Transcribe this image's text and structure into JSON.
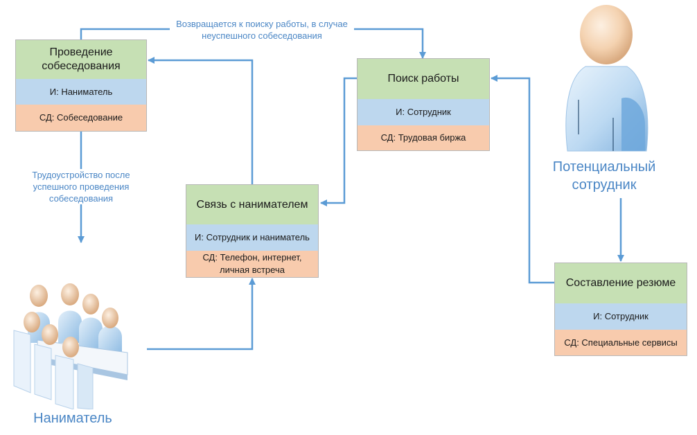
{
  "nodes": {
    "interview": {
      "title": "Проведение собеседования",
      "executor": "И: Наниматель",
      "means": "СД: Собеседование"
    },
    "job_search": {
      "title": "Поиск работы",
      "executor": "И: Сотрудник",
      "means": "СД: Трудовая биржа"
    },
    "contact": {
      "title": "Связь с нанимателем",
      "executor": "И: Сотрудник и наниматель",
      "means": "СД: Телефон, интернет, личная встреча"
    },
    "resume": {
      "title": "Составление резюме",
      "executor": "И: Сотрудник",
      "means": "СД: Специальные сервисы"
    }
  },
  "notes": {
    "return_to_search": "Возвращается к поиску работы, в случае неуспешного собеседования",
    "employment": "Трудоустройство после успешного проведения собеседования"
  },
  "actors": {
    "candidate": "Потенциальный сотрудник",
    "employer": "Наниматель"
  },
  "colors": {
    "title_fill": "#c6e0b4",
    "executor_fill": "#bdd7ee",
    "means_fill": "#f8cbad",
    "connector": "#5b9bd5",
    "label_text": "#4a86c5"
  }
}
